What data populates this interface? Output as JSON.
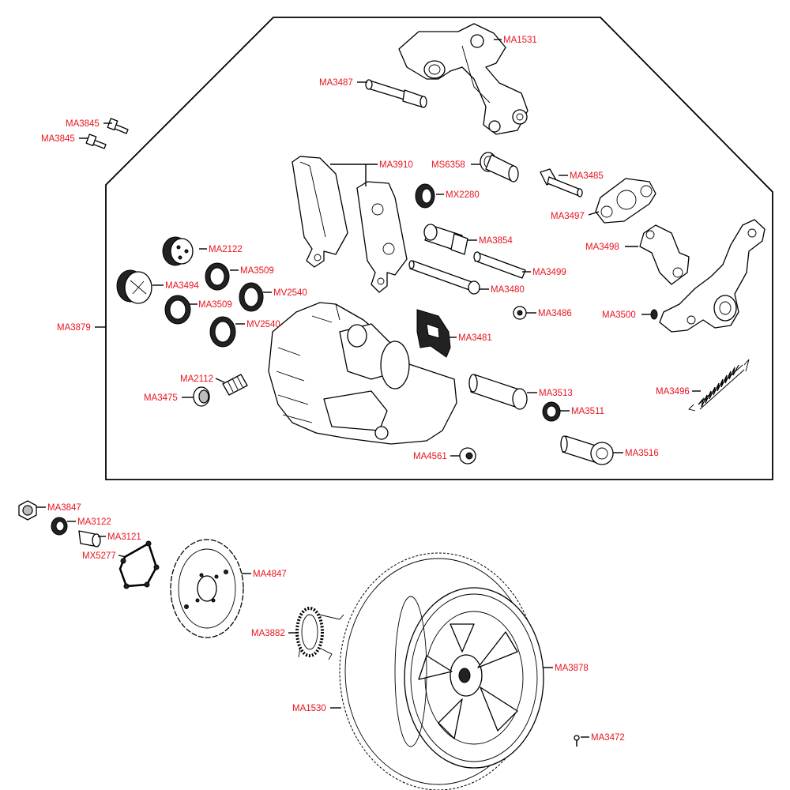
{
  "colors": {
    "label": "#e8141e",
    "line": "#000000",
    "background": "#ffffff"
  },
  "labels": {
    "MA1531": "MA1531",
    "MA3487": "MA3487",
    "MA3845_1": "MA3845",
    "MA3845_2": "MA3845",
    "MA3910": "MA3910",
    "MS6358": "MS6358",
    "MA3485": "MA3485",
    "MX2280": "MX2280",
    "MA3497": "MA3497",
    "MA3854": "MA3854",
    "MA3498": "MA3498",
    "MA2122": "MA2122",
    "MA3509_1": "MA3509",
    "MA3499": "MA3499",
    "MA3494": "MA3494",
    "MV2540_1": "MV2540",
    "MA3480": "MA3480",
    "MA3509_2": "MA3509",
    "MA3500": "MA3500",
    "MA3486": "MA3486",
    "MA3879": "MA3879",
    "MV2540_2": "MV2540",
    "MA3481": "MA3481",
    "MA3496": "MA3496",
    "MA2112": "MA2112",
    "MA3513": "MA3513",
    "MA3475": "MA3475",
    "MA3511": "MA3511",
    "MA3516": "MA3516",
    "MA4561": "MA4561",
    "MA3847": "MA3847",
    "MA3122": "MA3122",
    "MA3121": "MA3121",
    "MX5277": "MX5277",
    "MA4847": "MA4847",
    "MA3882": "MA3882",
    "MA3878": "MA3878",
    "MA1530": "MA1530",
    "MA3472": "MA3472"
  }
}
